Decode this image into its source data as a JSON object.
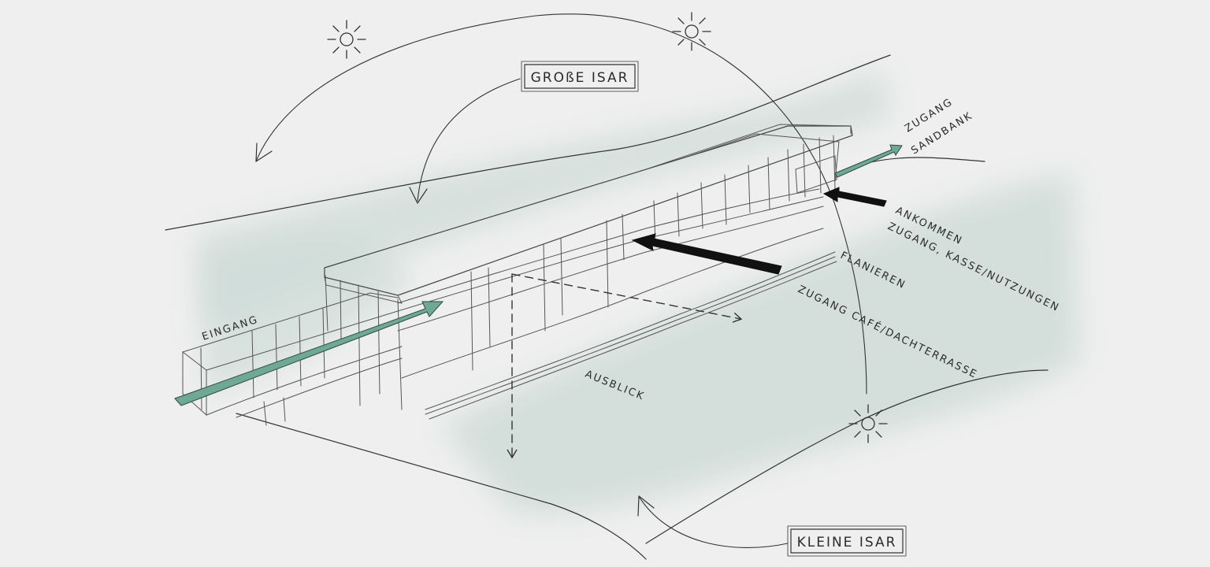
{
  "labels": {
    "grosse_isar": "GROßE ISAR",
    "kleine_isar": "KLEINE ISAR",
    "eingang": "EINGANG",
    "ausblick": "AUSBLICK",
    "flanieren": "FLANIEREN",
    "zugang_cafe": "ZUGANG CAFÉ/DACHTERRASSE",
    "ankommen": "ANKOMMEN",
    "zugang_kasse": "ZUGANG, KASSE/NUTZUNGEN",
    "zugang": "ZUGANG",
    "sandbank": "SANDBANK"
  },
  "colors": {
    "background": "#efefef",
    "water_tint": "#cfdcd8",
    "accent_arrow": "#6fa895",
    "ink": "#333333",
    "black_arrow": "#111111"
  },
  "icons": {
    "sun": "sun-icon",
    "arrow": "arrow-icon"
  }
}
